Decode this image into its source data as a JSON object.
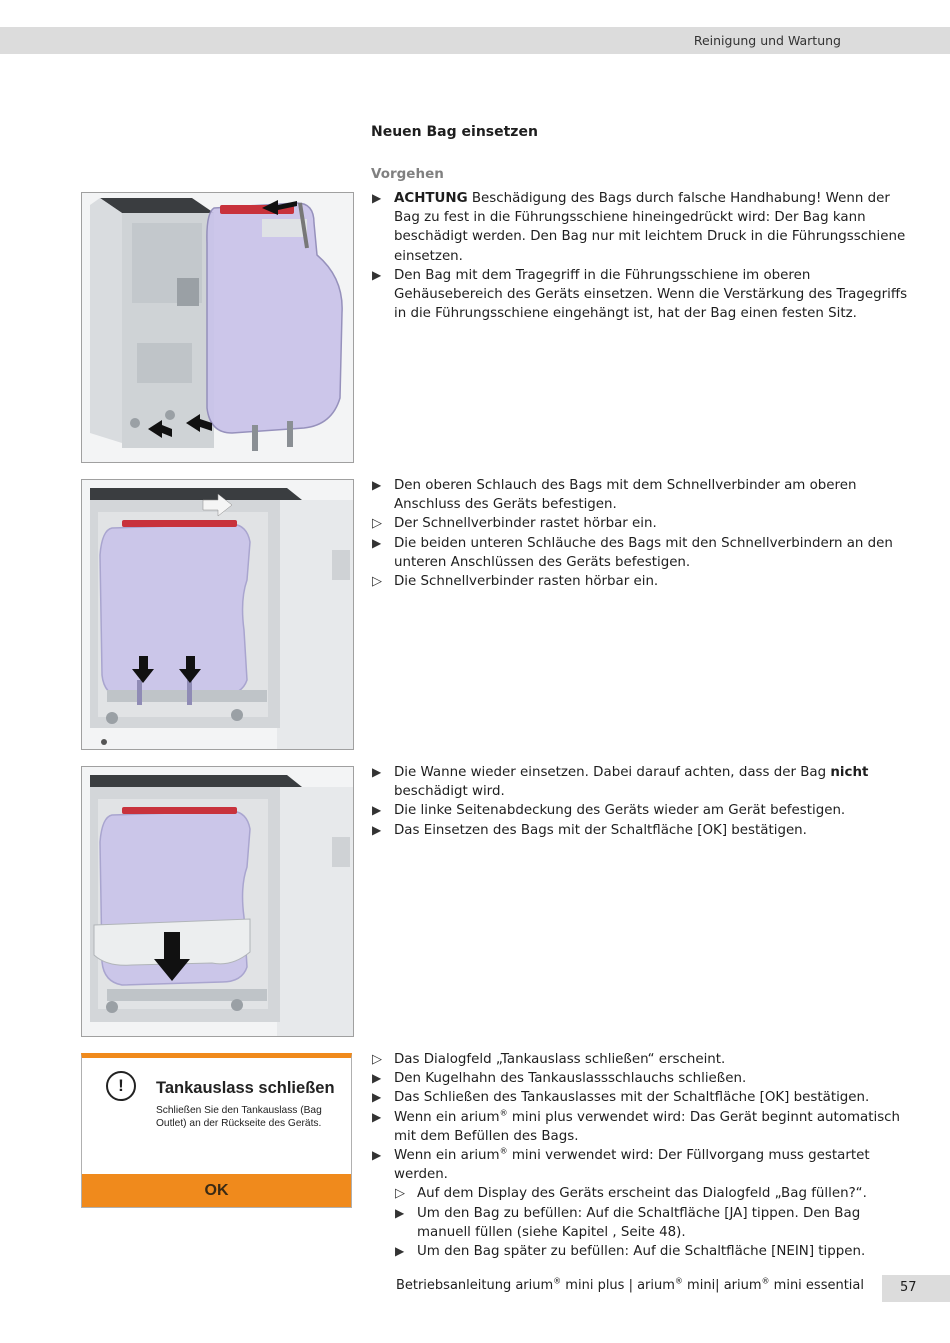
{
  "header": {
    "section_title": "Reinigung und Wartung"
  },
  "section": {
    "heading": "Neuen Bag einsetzen",
    "subheading": "Vorgehen"
  },
  "steps1": [
    {
      "marker": "▶",
      "strong": "ACHTUNG",
      "text": " Beschädigung des Bags durch falsche Handhabung! Wenn der Bag zu fest in die Führungsschiene hineingedrückt wird: Der Bag kann beschädigt werden. Den Bag nur mit leichtem Druck in die Führungsschiene einsetzen."
    },
    {
      "marker": "▶",
      "text": "Den Bag mit dem Tragegriff in die Führungsschiene im oberen Gehäusebereich des Geräts einsetzen. Wenn die Verstärkung des Tragegriffs in die Führungs­schiene eingehängt ist, hat der Bag einen festen Sitz."
    }
  ],
  "steps2": [
    {
      "marker": "▶",
      "text": "Den oberen Schlauch des Bags mit dem Schnellverbinder am oberen Anschluss des Geräts befestigen."
    },
    {
      "marker": "▷",
      "text": "Der Schnellverbinder rastet hörbar ein."
    },
    {
      "marker": "▶",
      "text": "Die beiden unteren Schläuche des Bags mit den Schnellverbindern an den unteren Anschlüssen des Geräts befestigen."
    },
    {
      "marker": "▷",
      "text": "Die Schnellverbinder rasten hörbar ein."
    }
  ],
  "steps3": [
    {
      "marker": "▶",
      "pre": "Die Wanne wieder einsetzen. Dabei darauf achten, dass der Bag ",
      "strong": "nicht",
      "post": " beschädigt wird."
    },
    {
      "marker": "▶",
      "text": "Die linke Seitenabdeckung des Geräts wieder am Gerät befestigen."
    },
    {
      "marker": "▶",
      "text": "Das Einsetzen des Bags mit der Schaltfläche [OK] bestätigen."
    }
  ],
  "steps4": [
    {
      "marker": "▷",
      "text": "Das Dialogfeld „Tankauslass schließen“ erscheint."
    },
    {
      "marker": "▶",
      "text": "Den Kugelhahn des Tankauslassschlauchs schließen."
    },
    {
      "marker": "▶",
      "text": "Das Schließen des Tankauslasses mit der Schaltfläche [OK] bestätigen."
    },
    {
      "marker": "▶",
      "pre": "Wenn ein arium",
      "sup": "®",
      "post": " mini plus verwendet wird: Das Gerät beginnt automatisch mit dem Befüllen des Bags."
    },
    {
      "marker": "▶",
      "pre": "Wenn ein arium",
      "sup": "®",
      "post": " mini verwendet wird: Der Füllvorgang muss gestartet werden."
    },
    {
      "marker": "▷",
      "text": "Auf dem Display des Geräts erscheint das Dialogfeld „Bag füllen?“."
    },
    {
      "marker": "▶",
      "text": "Um den Bag zu befüllen: Auf die Schaltfläche [JA] tippen. Den Bag manuell füllen (siehe Kapitel , Seite 48)."
    },
    {
      "marker": "▶",
      "text": "Um den Bag später zu befüllen: Auf die Schaltfläche [NEIN] tippen."
    }
  ],
  "dialog": {
    "icon": "!",
    "title": "Tankauslass schließen",
    "text": "Schließen Sie den Tankauslass (Bag Outlet) an der Rückseite des Geräts.",
    "ok_label": "OK"
  },
  "footer": {
    "p1": "Betriebsanleitung arium",
    "reg": "®",
    "p2": " mini plus | arium",
    "p3": " mini| arium",
    "p4": " mini essential",
    "page_number": "57"
  },
  "colors": {
    "accent": "#f08a1c",
    "header_gray": "#dcdcdc",
    "bag_purple": "#b8b0e0",
    "handle_red": "#c8323c"
  }
}
